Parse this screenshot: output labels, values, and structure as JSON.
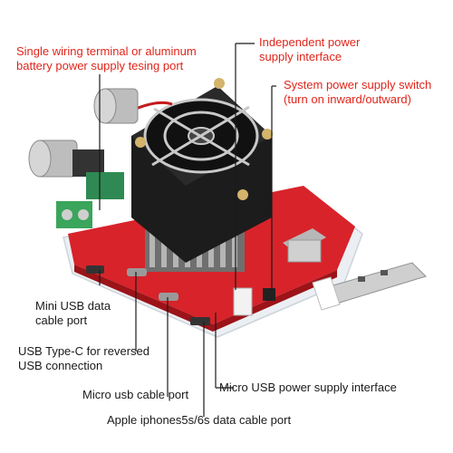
{
  "labels": {
    "terminal": {
      "line1": "Single wiring terminal or aluminum",
      "line2": "battery power supply tesing port"
    },
    "independent_power": {
      "line1": "Independent power",
      "line2": "supply interface"
    },
    "system_switch": {
      "line1": "System power supply switch",
      "line2": "(turn on inward/outward)"
    },
    "mini_usb": {
      "line1": "Mini USB data",
      "line2": "cable port"
    },
    "usb_type_c": {
      "line1": "USB Type-C for reversed",
      "line2": "USB connection"
    },
    "micro_usb_cable": {
      "line1": "Micro usb cable port"
    },
    "micro_usb_power": {
      "line1": "Micro USB power supply interface"
    },
    "apple_port": {
      "line1": "Apple iphones5s/6s data cable port"
    }
  },
  "colors": {
    "red_text": "#e0251b",
    "dark_text": "#1a1a1a",
    "board": "#d8232a",
    "fan": "#1c1c1c"
  }
}
